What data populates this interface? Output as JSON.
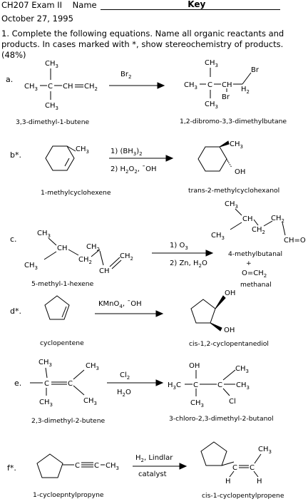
{
  "header": {
    "course": "CH207 Exam II",
    "name_label": "Name",
    "key": "Key",
    "date": "October 27, 1995"
  },
  "instructions": "1.  Complete the following equations.  Name all organic reactants and products.  In cases marked with *, show stereochemistry of products. (48%)",
  "reactions": [
    {
      "label": "a.",
      "reagent": "Br",
      "reagent_sub": "2",
      "reactant": {
        "name": "3,3-dimethyl-1-butene",
        "formula": {
          "top_ch3": "CH",
          "top_ch3_sub": "3",
          "left_ch3": "CH",
          "left_ch3_sub": "3",
          "center_c": "C",
          "ch_part": "CH",
          "ch2": "CH",
          "ch2_sub": "2",
          "bot_ch3": "CH",
          "bot_ch3_sub": "3"
        }
      },
      "product": {
        "name": "1,2-dibromo-3,3-dimethylbutane",
        "formula": {
          "top_ch3": "CH",
          "top_ch3_sub": "3",
          "left_ch3": "CH",
          "left_ch3_sub": "3",
          "center_c": "C",
          "ch": "CH",
          "br1": "Br",
          "br2": "Br",
          "h2": "H",
          "h2_sub": "2",
          "bot_ch3": "CH",
          "bot_ch3_sub": "3"
        }
      }
    },
    {
      "label": "b*.",
      "reagent_line1": "1) (BH",
      "reagent_line1_sub": "3",
      "reagent_line1_end": ")",
      "reagent_line1_sub2": "2",
      "reagent_line2": "2) H",
      "reagent_line2_sub1": "2",
      "reagent_line2_mid": "O",
      "reagent_line2_sub2": "2",
      "reagent_line2_end": ", ¯OH",
      "reactant": {
        "name": "1-methylcyclohexene",
        "ch3": "CH",
        "ch3_sub": "3"
      },
      "product": {
        "name": "trans-2-methylcyclohexanol",
        "ch3": "CH",
        "ch3_sub": "3",
        "oh": "OH"
      }
    },
    {
      "label": "c.",
      "reagent_line1": "1) O",
      "reagent_line1_sub": "3",
      "reagent_line2": "2) Zn, H",
      "reagent_line2_sub": "2",
      "reagent_line2_end": "O",
      "reactant": {
        "name": "5-methyl-1-hexene",
        "ch3a": "CH",
        "ch3a_sub": "3",
        "ch": "CH",
        "ch3b": "CH",
        "ch3b_sub": "3",
        "ch2": "CH",
        "ch2_sub": "2",
        "ch_vinyl": "CH",
        "ch2_end": "CH",
        "ch2_end_sub": "2"
      },
      "product1": {
        "name": "4-methylbutanal",
        "ch3a": "CH",
        "ch3a_sub": "3",
        "ch": "CH",
        "ch3b": "CH",
        "ch3b_sub": "3",
        "ch2a": "CH",
        "ch2a_sub": "2",
        "ch2b": "CH",
        "ch2b_sub": "2",
        "cho": "CH=O"
      },
      "plus": "+",
      "product2": {
        "name": "methanal",
        "formula": "O=CH",
        "formula_sub": "2"
      }
    },
    {
      "label": "d*.",
      "reagent": "KMnO",
      "reagent_sub": "4",
      "reagent_end": ", ¯OH",
      "reactant": {
        "name": "cyclopentene"
      },
      "product": {
        "name": "cis-1,2-cyclopentanediol",
        "oh1": "OH",
        "oh2": "OH"
      }
    },
    {
      "label": "e.",
      "reagent": "Cl",
      "reagent_sub": "2",
      "reagent2": "H",
      "reagent2_sub": "2",
      "reagent2_end": "O",
      "reactant": {
        "name": "2,3-dimethyl-2-butene",
        "ch3": "CH",
        "ch3_sub": "3",
        "c": "C"
      },
      "product": {
        "name": "3-chloro-2,3-dimethyl-2-butanol",
        "oh": "OH",
        "ch3": "CH",
        "ch3_sub": "3",
        "h3c": "H",
        "h3c_sub": "3",
        "h3c_end": "C",
        "c": "C",
        "cl": "Cl"
      }
    },
    {
      "label": "f*.",
      "reagent": "H",
      "reagent_sub": "2",
      "reagent_end": ", Lindlar",
      "reagent2": "catalyst",
      "reactant": {
        "name": "1-cycloepntylpropyne",
        "c1": "C",
        "c2": "C",
        "ch3": "CH",
        "ch3_sub": "3"
      },
      "product": {
        "name": "cis-1-cyclopentylpropene",
        "ch3": "CH",
        "ch3_sub": "3",
        "c1": "C",
        "c2": "C",
        "h": "H"
      }
    }
  ]
}
